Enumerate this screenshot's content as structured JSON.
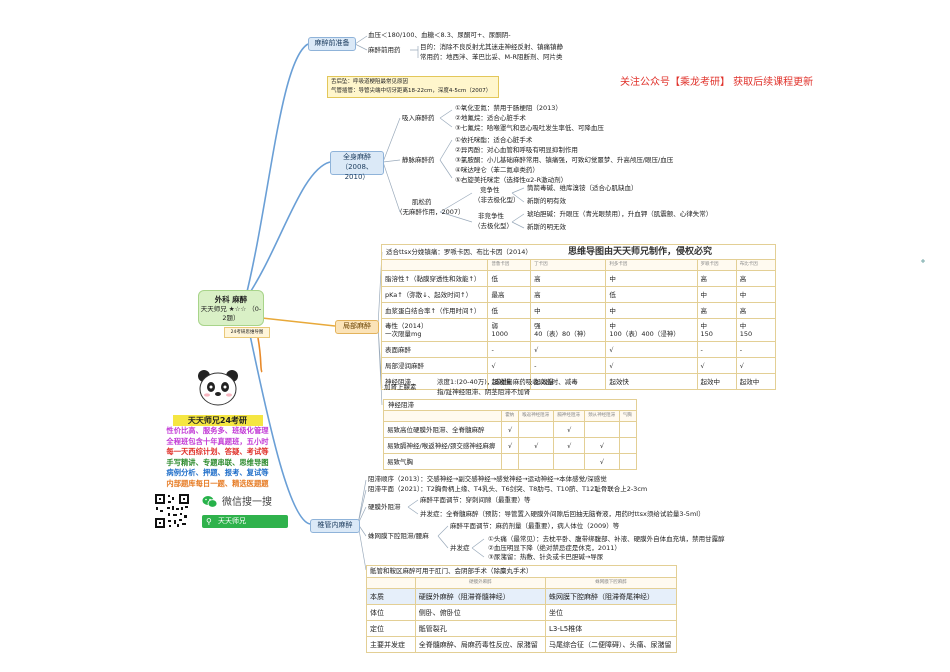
{
  "promo": "关注公众号【乘龙考研】 获取后续课程更新",
  "watermark_top": "思维导图由天天师兄制作，侵权必究",
  "center": {
    "title": "外科 麻醉",
    "subtitle": "天天师兄 ★☆☆ （0-2题）",
    "badge": "24考研思维导图"
  },
  "promo_box": {
    "title": "天天师兄24考研",
    "lines": [
      "性价比高、服务多、班级化管理",
      "全程班包含十年真题班，五小时",
      "每一天西综计划、答疑、考试等",
      "手写精讲、专题串联、思维导图",
      "病例分析、押题、报考、复试等",
      "内部题库每日一题、精选医题题"
    ],
    "wechat_label": "微信搜一搜",
    "search_text": "天天师兄"
  },
  "prep": {
    "label": "麻醉前准备",
    "line1": "血压＜180/100、血糖＜8.3、尿酮可+、尿酮阴-",
    "premed_label": "麻醉前用药",
    "premed1": "目的：消除不良反射尤其迷走神经反射、镇痛镇静",
    "premed2": "常用药：地西泮、苯巴比妥、M-R阻断剂、阿片类"
  },
  "general": {
    "label": "全身麻醉",
    "years": "（2008、2010）",
    "note1": "舌后坠：呼吸道梗阻最常见原因",
    "note2": "气管插管：导管尖端中切牙距离18-22cm，深度4-5cm（2007）",
    "inhal_label": "吸入麻醉药",
    "inhal": [
      "①氧化亚氮：禁用于肠梗阻（2013）",
      "②地氟烷：适合心脏手术",
      "③七氟烷：哈喉罩气和恶心吸吐发生率低、可降血压"
    ],
    "iv_label": "静脉麻醉药",
    "iv": [
      "①依托咪酯：适合心脏手术",
      "②异丙酚：对心血管和呼吸有明显抑制作用",
      "③氯胺酮：小儿基础麻醉常用、镇痛强，可致幻觉噩梦、升高颅压/眼压/血压",
      "④咪达唑仑（苯二氮卓类药）",
      "⑤右旋美托咪定（选择性α2-R激动剂）"
    ],
    "mr_label": "肌松药",
    "mr_sub": "（无麻醉作用，2007）",
    "dep_label": "竞争性",
    "dep_sub": "（非去极化型）",
    "dep1": "筒箭毒碱、维库溴铵（适合心肌缺血）",
    "dep2": "新斯的明有效",
    "nondep_label": "非竞争性",
    "nondep_sub": "（去极化型）",
    "nondep1": "琥珀胆碱：升眼压（青光眼禁用），升血钾（肌震颤、心律失常）",
    "nondep2": "新斯的明无效"
  },
  "local": {
    "label": "局部麻醉",
    "header": "适合ttsx分娩镇痛：罗哌卡因、布比卡因（2014）",
    "col_heads": [
      "普鲁卡因",
      "丁卡因",
      "利多卡因",
      "罗哌卡因",
      "布比卡因"
    ],
    "rows": [
      [
        "脂溶性↑（黏膜穿透性和效能↑）",
        "低",
        "高",
        "中",
        "高",
        "高"
      ],
      [
        "pKa↑（弥散↓、起效时间↑）",
        "最高",
        "高",
        "低",
        "中",
        "中"
      ],
      [
        "血浆蛋白结合率↑（作用时间↑）",
        "低",
        "中",
        "中",
        "高",
        "高"
      ],
      [
        "毒性（2014）\n一次限量mg",
        "弱\n1000",
        "强\n40（表）80（神）",
        "中\n100（表）400（浸神）",
        "中\n150",
        "中\n150"
      ],
      [
        "表面麻醉",
        "-",
        "√",
        "√",
        "-",
        "-"
      ],
      [
        "局部浸润麻醉",
        "√",
        "-",
        "√",
        "√",
        "√"
      ],
      [
        "神经阻滞",
        "起效慢",
        "起效慢",
        "起效快",
        "起效中",
        "起效中"
      ]
    ],
    "epi_label": "加肾上腺素",
    "epi1": "浓度1:(20-40万)，减缓局麻药吸收以延时、减毒",
    "epi2": "指/趾神经阻滞、阴茎阻滞不加肾",
    "block_label": "神经阻滞",
    "block_heads": [
      "霍纳",
      "喉返神经阻滞",
      "膈神经阻滞",
      "颈从神经阻滞",
      "气胸"
    ],
    "block_rows": [
      [
        "易致高位硬膜外阻滞、全脊髓麻醉",
        "√",
        "",
        "√",
        "",
        ""
      ],
      [
        "易致膈神经/喉返神经/颈交感神经麻痹",
        "√",
        "√",
        "√",
        "√",
        ""
      ],
      [
        "易致气胸",
        "",
        "",
        "",
        "√",
        ""
      ]
    ]
  },
  "spinal": {
    "label": "椎管内麻醉",
    "seq": "阻滞顺序（2013）：交感神经→副交感神经→感觉神经→运动神经→本体感觉/深感觉",
    "plane": "阻滞平面（2021）：T2胸骨柄上缘、T4乳头、T6剑突、T8肋弓、T10脐、T12耻骨联合上2-3cm",
    "epi_label": "硬膜外阻滞",
    "epi1": "麻醉平面调节：穿刺间隙（最重要）等",
    "epi2": "并发症：全脊髓麻醉（预防：导管置入硬膜外间隙后回抽无脑脊液，用药时ttsx须给试验量3-5ml）",
    "sa_label": "蛛网膜下腔阻滞/腰麻",
    "sa1": "麻醉平面调节：麻药剂量（最重要），病人体位（2009）等",
    "comp_label": "并发症",
    "comp": [
      "①头痛（最常见）：去枕平卧、腹带绑腹部、补液、硬膜外自体血充填，禁用甘露醇",
      "②血压明显下降（绝对禁忌症是休克，2011）",
      "③尿潴留：热敷、针灸或卡巴胆碱→导尿"
    ],
    "caudal_title": "骶管和鞍区麻醉可用于肛门、会阴部手术（除麋丸手术）",
    "cmp_heads": [
      "",
      "硬膜外麻醉",
      "蛛网膜下腔麻醉"
    ],
    "cmp_rows": [
      [
        "本质",
        "硬膜外麻醉（阻滞脊髓神经）",
        "蛛网膜下腔麻醉（阻滞脊尾神经）"
      ],
      [
        "体位",
        "侧卧、俯卧位",
        "坐位"
      ],
      [
        "定位",
        "骶管裂孔",
        "L3-L5椎体"
      ],
      [
        "主要并发症",
        "全脊髓麻醉、局麻药毒性反应、尿潴留",
        "马尾综合征（二便障碍）、头痛、尿潴留"
      ]
    ]
  }
}
